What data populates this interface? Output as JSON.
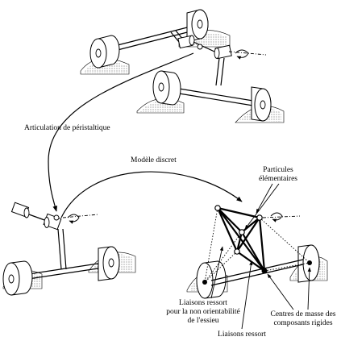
{
  "labels": {
    "articulation": "Articulation de péristaltique",
    "modele": "Modèle discret",
    "particules_1": "Particules",
    "particules_2": "élémentaires",
    "liaisons_non_1": "Liaisons ressort",
    "liaisons_non_2": "pour la non orientabilité",
    "liaisons_non_3": "de l'essieu",
    "liaisons_ressort": "Liaisons ressort",
    "centres_1": "Centres de masse des",
    "centres_2": "composants rigides"
  }
}
